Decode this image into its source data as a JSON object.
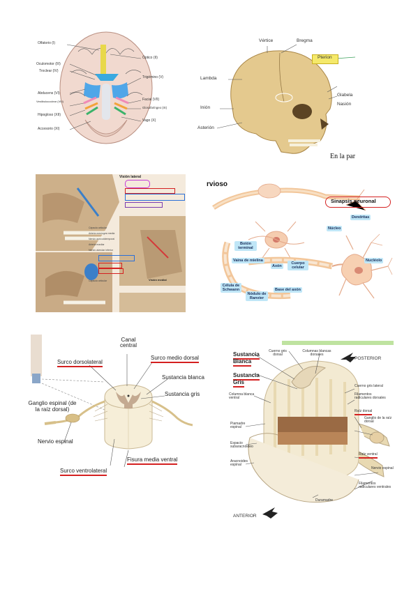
{
  "page": {
    "background": "#ffffff"
  },
  "brain_panel": {
    "left_labels": [
      "Olfatorio (I)",
      "Oculomotor (III)",
      "Troclear (IV)",
      "Abducens (VI)",
      "Vestibulococlear (VIII)",
      "Hipogloso (XII)",
      "Accesorio (XI)"
    ],
    "right_labels": [
      "Óptico (II)",
      "Trigémino (V)",
      "Facial (VII)",
      "Glosofaríngeo (IX)",
      "Vago (X)"
    ]
  },
  "skull_panel": {
    "labels": {
      "vertice": "Vértice",
      "bregma": "Bregma",
      "pterion": "Pterion",
      "lambda": "Lambda",
      "glabela": "Glabela",
      "nasion": "Nasión",
      "inion": "Inión",
      "asterion": "Asterión"
    },
    "caption": "En la par",
    "highlight_color": "#f5e96a"
  },
  "tmj_panel": {
    "header_title": "Visión lateral",
    "medial_title": "Visión medial",
    "small_labels": [
      "Cápsula articular",
      "Arteria meníngea media",
      "Nervio aurículotemporal",
      "Arteria maxilar",
      "Nervio alveolar inferior",
      "Cápsula articular"
    ],
    "box_colors": [
      "#c43ad8",
      "#d42020",
      "#2a6fd8",
      "#7a3ab0"
    ]
  },
  "neuron_panel": {
    "partial_title": "rvioso",
    "synapse_label": "Sinapsis neuronal",
    "tags": {
      "dendritas": "Dendritas",
      "nucleo": "Núcleo",
      "boton": "Botón terminal",
      "vaina": "Vaina de mielina",
      "axon": "Axón",
      "cuerpo": "Cuerpo celular",
      "nucleolo": "Nucléolo",
      "schwann": "Célula de Schwann",
      "ranvier": "Nódulo de Ranvier",
      "base": "Base del axón"
    }
  },
  "cord_panel": {
    "labels": {
      "canal": "Canal central",
      "surco_dorsolateral": "Surco dorsolateral",
      "surco_medio_dorsal": "Surco medio dorsal",
      "sustancia_blanca": "Sustancia blanca",
      "sustancia_gris": "Sustancia gris",
      "ganglio": "Ganglio espinal (de la raíz dorsal)",
      "nervio": "Nervio espinal",
      "fisura": "Fisura media ventral",
      "surco_ventrolateral": "Surco ventrolateral"
    }
  },
  "cord3d_panel": {
    "labels": {
      "sustancia_blanca": "Sustancia Blanca",
      "sustancia_gris": "Sustancia Gris",
      "cuerno_gris_dorsal": "Cuerno gris dorsal",
      "columnas_blancas_dorsales": "Columnas blancas dorsales",
      "posterior": "POSTERIOR",
      "columna_blanca_ventral": "Columna blanca ventral",
      "cuerno_gris_lateral": "Cuerno gris lateral",
      "filamentos_dorsales": "Filamentos radiculares dorsales",
      "raiz_dorsal": "Raíz dorsal",
      "ganglio_raiz": "Ganglio de la raíz dorsal",
      "piamadre": "Piamadre espinal",
      "espacio": "Espacio subaracnoideo",
      "aracnoides": "Aracnoides espinal",
      "raiz_ventral": "Raíz ventral",
      "nervio_espinal": "Nervio espinal",
      "filamentos_ventrales": "Filamentos radiculares ventrales",
      "duramadre": "Duramadre",
      "anterior": "ANTERIOR"
    }
  }
}
